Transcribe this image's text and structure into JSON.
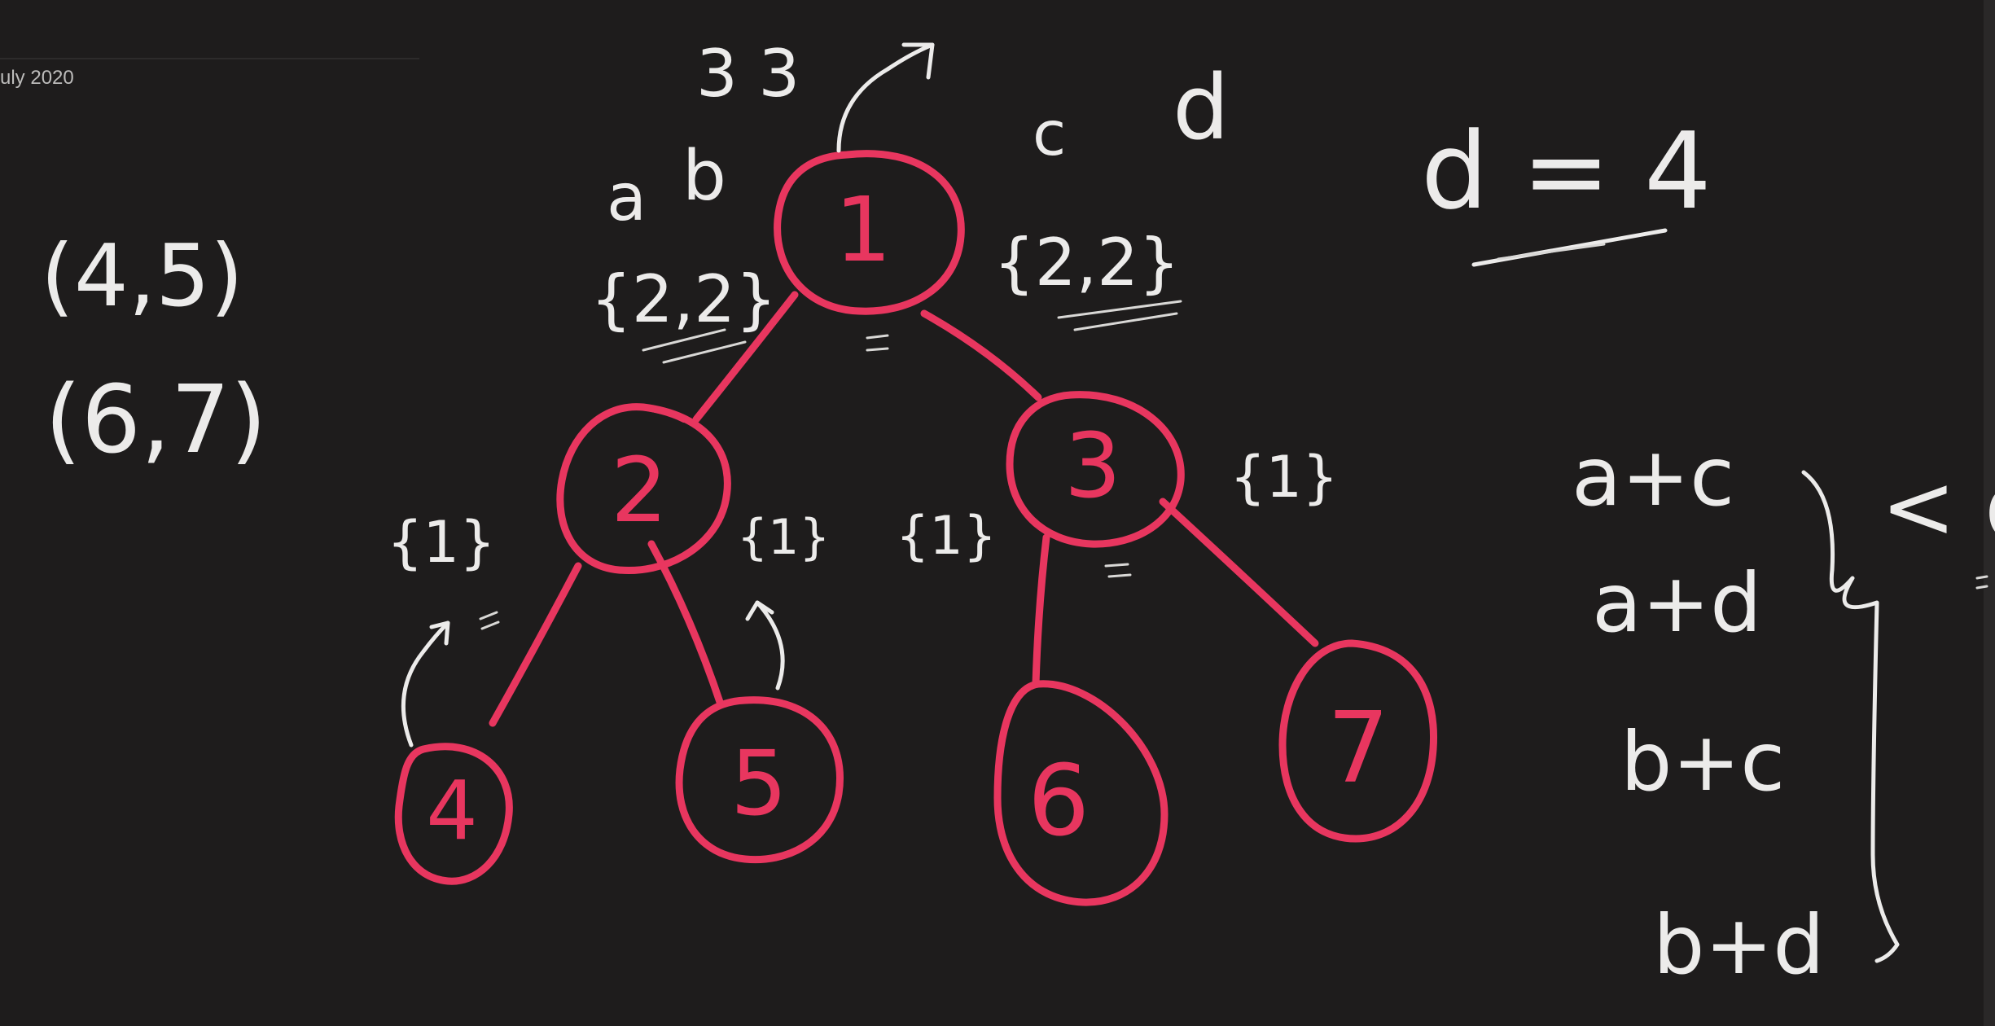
{
  "header": {
    "date_fragment": "uly 2020"
  },
  "tree": {
    "root": {
      "label": "1",
      "left_set": "{2,2}",
      "right_set": "{2,2}"
    },
    "left_child": {
      "label": "2",
      "left_set": "{1}",
      "right_set": "{1}"
    },
    "right_child": {
      "label": "3",
      "left_set": "{1}",
      "right_set": "{1}"
    },
    "leaves": [
      {
        "label": "4"
      },
      {
        "label": "5"
      },
      {
        "label": "6"
      },
      {
        "label": "7"
      }
    ],
    "counts_above_root": "3  3",
    "letters": {
      "a": "a",
      "b": "b",
      "c": "c",
      "d": "d"
    }
  },
  "left_notes": {
    "pair_1": "(4,5)",
    "pair_2": "(6,7)"
  },
  "right_notes": {
    "equation": "d = 4",
    "sums": [
      "a+c",
      "a+d",
      "b+c",
      "b+d"
    ],
    "compare": "< d"
  },
  "colors": {
    "background": "#1e1c1c",
    "red_ink": "#e8365f",
    "white_ink": "#ecebea"
  }
}
